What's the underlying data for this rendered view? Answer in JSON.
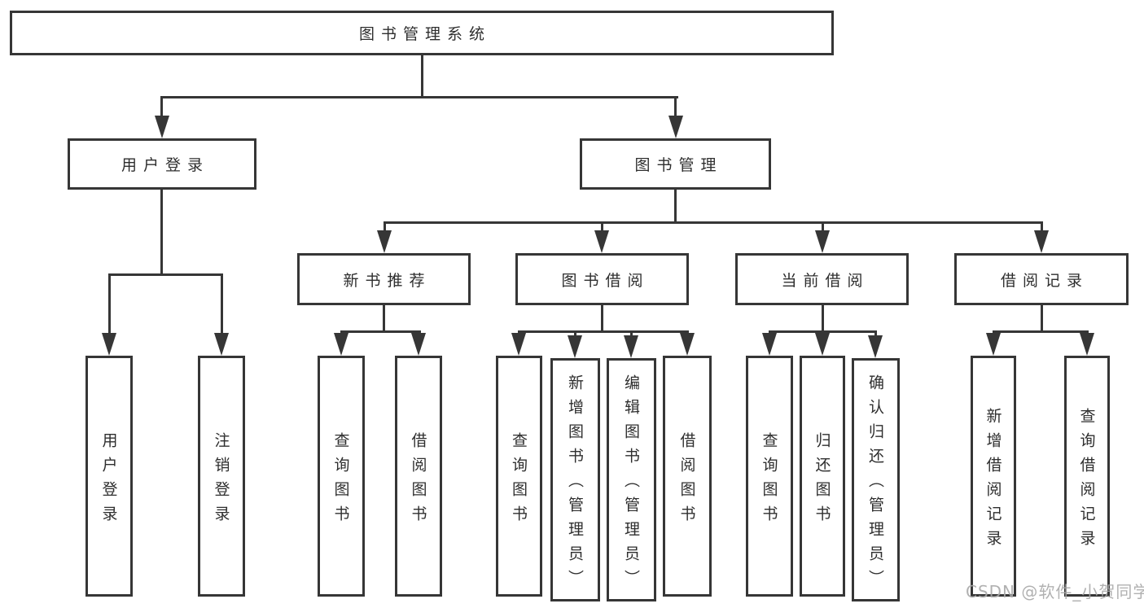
{
  "diagram": {
    "title": "图书管理系统",
    "watermark": "CSDN @软件_小贺同学",
    "colors": {
      "line": "#363636",
      "box_border": "#363636",
      "text": "#2e2e2e",
      "background": "#ffffff",
      "watermark": "#a8a8a8"
    },
    "nodes": {
      "root": "图书管理系统",
      "userLogin": "用户登录",
      "bookMgmt": "图书管理",
      "newBookRec": "新书推荐",
      "bookBorrow": "图书借阅",
      "currentBorrow": "当前借阅",
      "borrowRecord": "借阅记录",
      "userLoginLeaf": "用户登录",
      "logoutLeaf": "注销登录",
      "queryBook1": "查询图书",
      "borrowBook1": "借阅图书",
      "queryBook2": "查询图书",
      "addBookAdmin": "新增图书（管理员）",
      "editBookAdmin": "编辑图书（管理员）",
      "borrowBook2": "借阅图书",
      "queryBook3": "查询图书",
      "returnBook": "归还图书",
      "confirmReturnAdmin": "确认归还（管理员）",
      "addBorrowRecord": "新增借阅记录",
      "queryBorrowRecord": "查询借阅记录"
    },
    "structure_note": "图书管理系统 → 用户登录(用户登录,注销登录); 图书管理 → 新书推荐(查询图书,借阅图书), 图书借阅(查询图书,新增图书(管理员),编辑图书(管理员),借阅图书), 当前借阅(查询图书,归还图书,确认归还(管理员)), 借阅记录(新增借阅记录,查询借阅记录)"
  }
}
